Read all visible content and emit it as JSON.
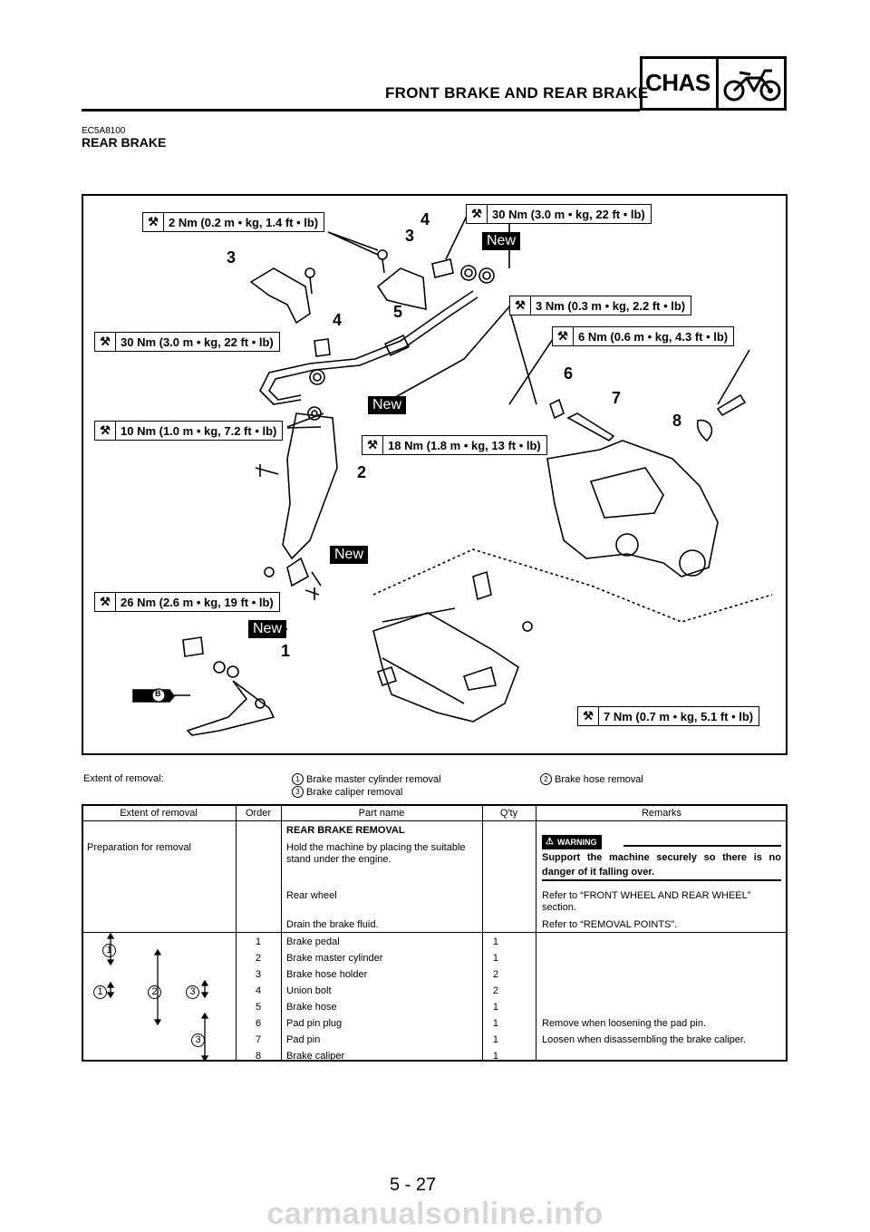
{
  "header": {
    "section_title": "FRONT BRAKE AND REAR BRAKE",
    "chapter_tag": "CHAS",
    "chapter_icon": "motorcycle-icon"
  },
  "doc_code": "EC5A8100",
  "heading": "REAR BRAKE",
  "diagram": {
    "torques": [
      "2 Nm (0.2 m • kg, 1.4 ft • lb)",
      "30 Nm (3.0 m • kg, 22 ft • lb)",
      "3 Nm (0.3 m • kg, 2.2 ft • lb)",
      "30 Nm (3.0 m • kg, 22 ft • lb)",
      "6 Nm (0.6 m • kg, 4.3 ft • lb)",
      "10 Nm (1.0 m • kg, 7.2 ft • lb)",
      "18 Nm (1.8 m • kg, 13 ft • lb)",
      "26 Nm (2.6 m • kg, 19 ft • lb)",
      "7 Nm (0.7 m • kg, 5.1 ft • lb)"
    ],
    "new_label": "New",
    "callouts": [
      "3",
      "4",
      "3",
      "4",
      "5",
      "6",
      "7",
      "8",
      "2",
      "1"
    ],
    "grease_label": "B"
  },
  "extent": {
    "label": "Extent of removal:",
    "items": [
      {
        "n": "1",
        "text": "Brake master cylinder removal"
      },
      {
        "n": "2",
        "text": "Brake hose removal"
      },
      {
        "n": "3",
        "text": "Brake caliper removal"
      }
    ]
  },
  "table": {
    "headers": [
      "Extent of removal",
      "Order",
      "Part name",
      "Q'ty",
      "Remarks"
    ],
    "section_heading": "REAR BRAKE REMOVAL",
    "prep_label": "Preparation for removal",
    "prep_rows": [
      {
        "part": "Hold the machine by placing the suitable stand under the engine.",
        "remarks": ""
      },
      {
        "part": "Rear wheel",
        "remarks": "Refer to “FRONT WHEEL AND REAR WHEEL” section."
      },
      {
        "part": "Drain the brake fluid.",
        "remarks": "Refer to “REMOVAL POINTS”."
      }
    ],
    "warning_badge": "WARNING",
    "warning_text": "Support the machine securely so there is no danger of it falling over.",
    "rows": [
      {
        "order": "1",
        "part": "Brake pedal",
        "qty": "1",
        "remarks": ""
      },
      {
        "order": "2",
        "part": "Brake master cylinder",
        "qty": "1",
        "remarks": ""
      },
      {
        "order": "3",
        "part": "Brake hose holder",
        "qty": "2",
        "remarks": ""
      },
      {
        "order": "4",
        "part": "Union bolt",
        "qty": "2",
        "remarks": ""
      },
      {
        "order": "5",
        "part": "Brake hose",
        "qty": "1",
        "remarks": ""
      },
      {
        "order": "6",
        "part": "Pad pin plug",
        "qty": "1",
        "remarks": "Remove when loosening the pad pin."
      },
      {
        "order": "7",
        "part": "Pad pin",
        "qty": "1",
        "remarks": "Loosen when disassembling the brake caliper."
      },
      {
        "order": "8",
        "part": "Brake caliper",
        "qty": "1",
        "remarks": ""
      }
    ],
    "extent_markers": [
      "1",
      "1",
      "2",
      "3",
      "3"
    ]
  },
  "footer": {
    "page": "5 - 27"
  },
  "watermark": "carmanualsonline.info"
}
